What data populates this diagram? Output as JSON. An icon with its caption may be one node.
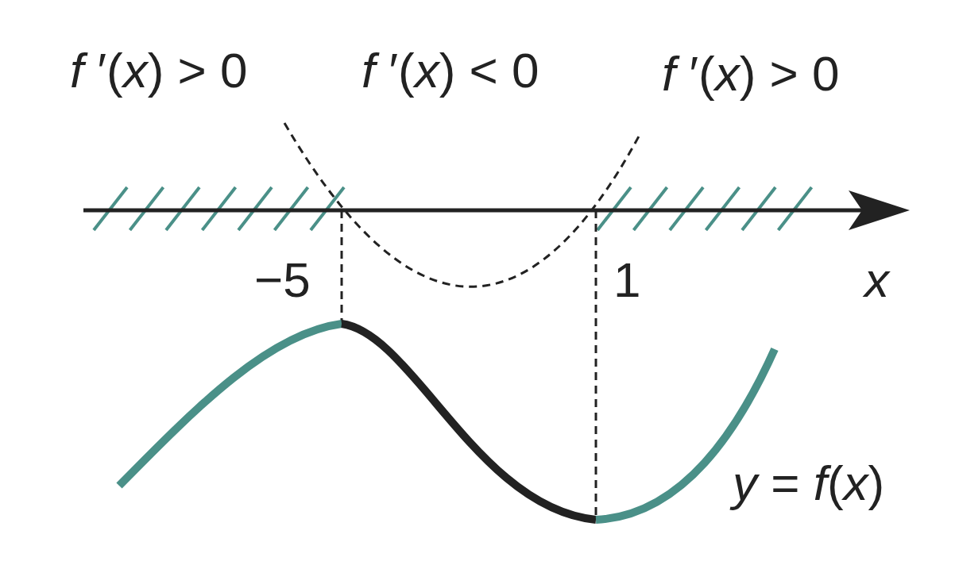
{
  "diagram": {
    "labels": [
      "*f* ′(*x*) > 0",
      "*f* ′(*x*) < 0",
      "*f* ′(*x*) > 0",
      "−5",
      "1",
      "*x*",
      "*y* = *f*(*x*)"
    ]
  }
}
